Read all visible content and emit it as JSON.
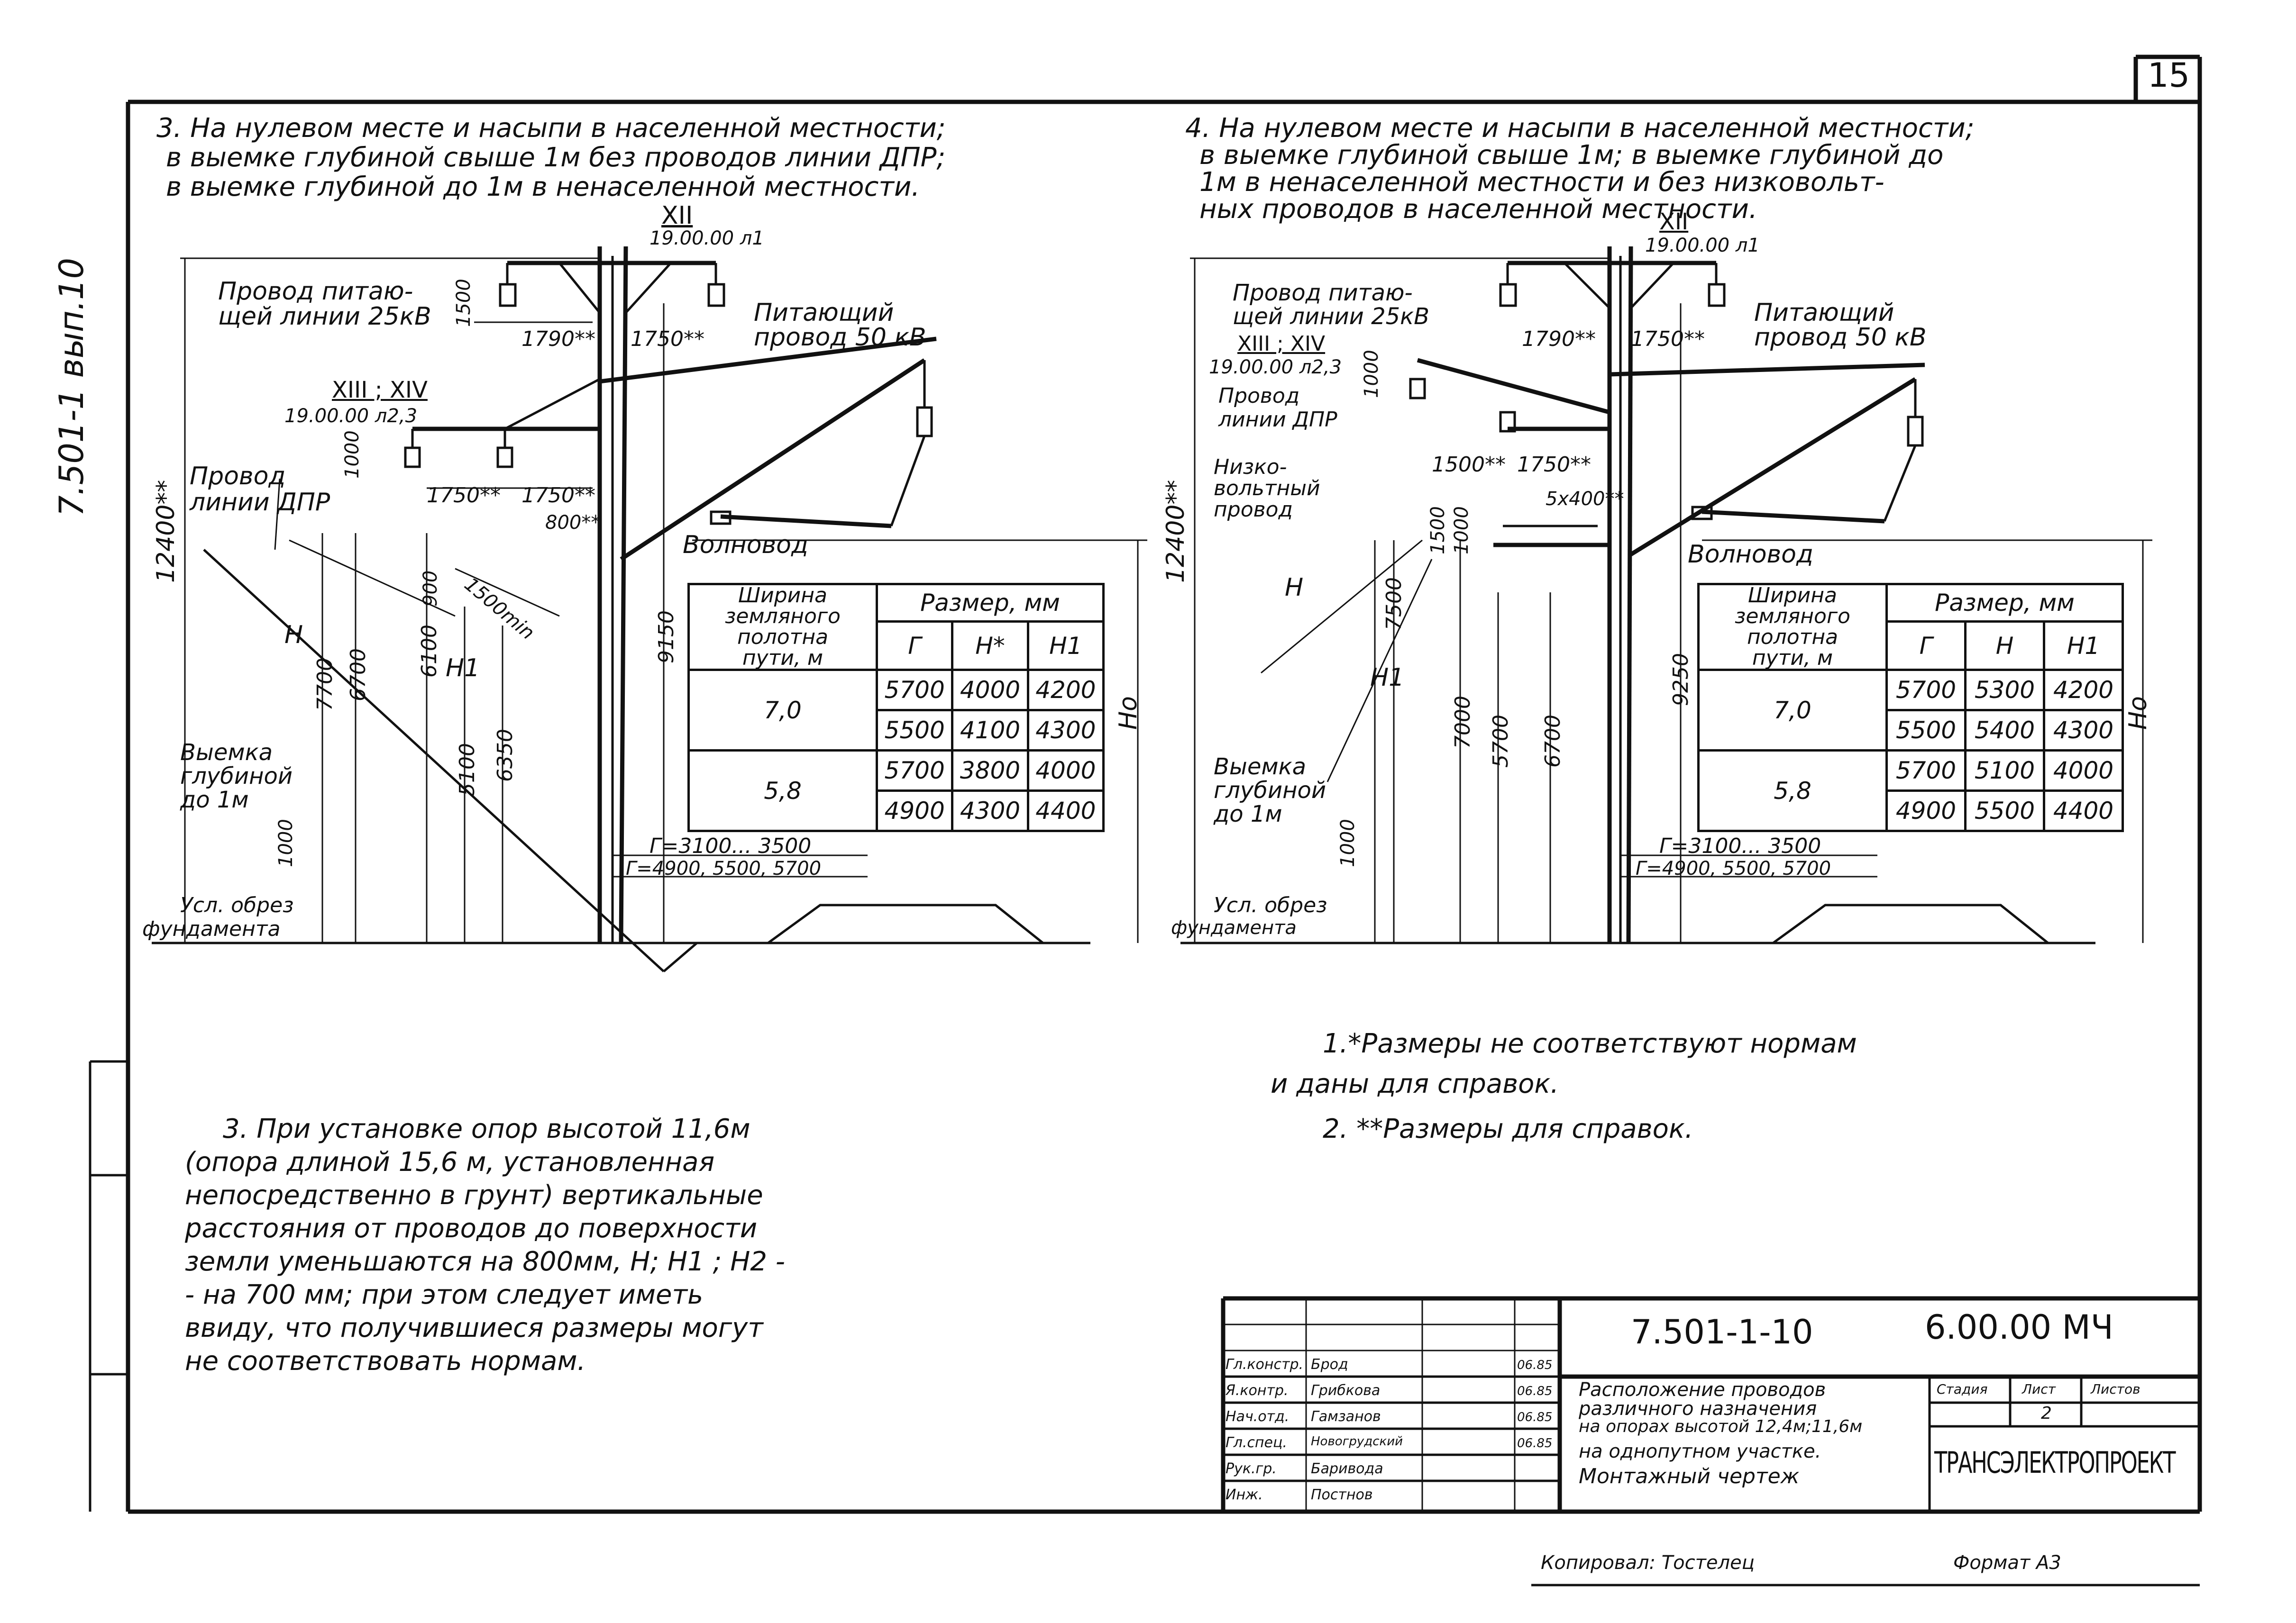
{
  "page_number": "15",
  "side_code": "7.501-1 вып.10",
  "left": {
    "heading": [
      "3. На нулевом   месте   и насыпи  в  населенной  местности;",
      "в  выемке   глубиной  свыше  1м без  проводов  линии  ДПР;",
      "в  выемке    глубиной  до  1м      в    ненаселенной  местности."
    ],
    "labels": {
      "feeder_25": [
        "Провод питаю-",
        "щей линии 25кВ"
      ],
      "feeder_50": [
        "Питающий",
        "провод 50 кВ"
      ],
      "dpr": [
        "Провод",
        "линии ДПР"
      ],
      "waveguide": "Волновод",
      "cut": [
        "Выемка",
        "глубиной",
        "до 1м"
      ],
      "foundation": [
        "Усл. обрез",
        "фундамента"
      ],
      "node_xii": "XII",
      "node_xii_ref": "19.00.00 л1",
      "node_xiii": "XIII ; XIV",
      "node_xiii_ref": "19.00.00 л2,3",
      "dim_1790": "1790**",
      "dim_1750a": "1750**",
      "dim_1750b": "1750**",
      "dim_1750c": "1750**",
      "dim_1500": "1500",
      "dim_1000": "1000",
      "dim_800": "800**",
      "dim_900": "900",
      "dim_1500u": "1500min",
      "dim_12400": "12400**",
      "dim_7700": "7700",
      "dim_6700": "6700",
      "dim_6100": "6100",
      "dim_5100": "5100",
      "dim_6350": "6350",
      "dim_9150": "9150",
      "dim_1000b": "1000",
      "H": "H",
      "H1": "H1",
      "Ho": "Ho",
      "g1": "Г=3100... 3500",
      "g2": "Г=4900, 5500, 5700"
    },
    "table": {
      "col_width": [
        "Ширина",
        "земляного",
        "полотна",
        "пути, м"
      ],
      "col_size": "Размер,  мм",
      "sub": [
        "Г",
        "Н*",
        "Н1"
      ],
      "rows": [
        {
          "w": "7,0",
          "r": [
            [
              "5700",
              "4000",
              "4200"
            ],
            [
              "5500",
              "4100",
              "4300"
            ]
          ]
        },
        {
          "w": "5,8",
          "r": [
            [
              "5700",
              "3800",
              "4000"
            ],
            [
              "4900",
              "4300",
              "4400"
            ]
          ]
        }
      ]
    }
  },
  "right": {
    "heading": [
      "4. На нулевом  месте  и насыпи  в  населенной  местности;",
      "в  выемке  глубиной  свыше  1м;  в  выемке  глубиной  до",
      "1м    в  ненаселенной   местности  и  без  низковольт-",
      "ных  проводов   в  населенной    местности."
    ],
    "labels": {
      "feeder_25": [
        "Провод питаю-",
        "щей линии 25кВ"
      ],
      "feeder_50": [
        "Питающий",
        "провод 50 кВ"
      ],
      "dpr": [
        "Провод",
        "линии ДПР"
      ],
      "lowvolt": [
        "Низко-",
        "вольтный",
        "провод"
      ],
      "waveguide": "Волновод",
      "cut": [
        "Выемка",
        "глубиной",
        "до 1м"
      ],
      "foundation": [
        "Усл. обрез",
        "фундамента"
      ],
      "node_xii": "XII",
      "node_xii_ref": "19.00.00 л1",
      "node_xiii": "XIII ; XIV",
      "node_xiii_ref": "19.00.00 л2,3",
      "dim_1790": "1790**",
      "dim_1750a": "1750**",
      "dim_1500": "1500**",
      "dim_1750c": "1750**",
      "dim_5x400": "5x400**",
      "dim_1000": "1000",
      "dim_1500v": "1500",
      "dim_1000v": "1000",
      "dim_12400": "12400**",
      "dim_7500": "7500",
      "dim_7000": "7000",
      "dim_5700": "5700",
      "dim_6700": "6700",
      "dim_9250": "9250",
      "dim_1000b": "1000",
      "H": "H",
      "H1": "H1",
      "Ho": "Ho",
      "g1": "Г=3100... 3500",
      "g2": "Г=4900, 5500, 5700"
    },
    "table": {
      "col_width": [
        "Ширина",
        "земляного",
        "полотна",
        "пути, м"
      ],
      "col_size": "Размер,  мм",
      "sub": [
        "Г",
        "Н",
        "Н1"
      ],
      "rows": [
        {
          "w": "7,0",
          "r": [
            [
              "5700",
              "5300",
              "4200"
            ],
            [
              "5500",
              "5400",
              "4300"
            ]
          ]
        },
        {
          "w": "5,8",
          "r": [
            [
              "5700",
              "5100",
              "4000"
            ],
            [
              "4900",
              "5500",
              "4400"
            ]
          ]
        }
      ]
    }
  },
  "note3": [
    "3. При установке опор  высотой  11,6м",
    "(опора длиной 15,6 м,  установленная",
    "непосредственно  в  грунт)  вертикальные",
    "расстояния   от  проводов   до  поверхности",
    "земли   уменьшаются   на  800мм,  Н; Н1 ; Н2 -",
    "- на 700 мм;  при  этом  следует    иметь",
    "ввиду,  что  получившиеся  размеры  могут",
    "не  соответствовать  нормам."
  ],
  "footnotes": [
    "1.*Размеры  не  соответствуют  нормам",
    "и  даны  для   справок.",
    "2. **Размеры  для   справок."
  ],
  "title_block": {
    "doc_code": "7.501-1-10",
    "sheet_code": "6.00.00  МЧ",
    "title": [
      "Расположение проводов",
      "различного назначения",
      "на опорах высотой 12,4м;11,6м",
      "на однопутном участке.",
      "Монтажный чертеж"
    ],
    "stage": "Стадия",
    "sheet": "Лист",
    "sheets": "Листов",
    "sheet_no": "2",
    "org": "ТРАНСЭЛЕКТРОПРОЕКТ",
    "staff": [
      {
        "role": "Гл.констр.",
        "name": "Брод",
        "date": "06.85"
      },
      {
        "role": "Я.контр.",
        "name": "Грибкова",
        "date": "06.85"
      },
      {
        "role": "Нач.отд.",
        "name": "Гамзанов",
        "date": "06.85"
      },
      {
        "role": "Гл.спец.",
        "name": "Новогрудский",
        "date": "06.85"
      },
      {
        "role": "Рук.гр.",
        "name": "Баривода",
        "date": ""
      },
      {
        "role": "Инж.",
        "name": "Постнов",
        "date": ""
      }
    ]
  },
  "copied_by": "Копировал: Тостелец",
  "format": "Формат А3"
}
